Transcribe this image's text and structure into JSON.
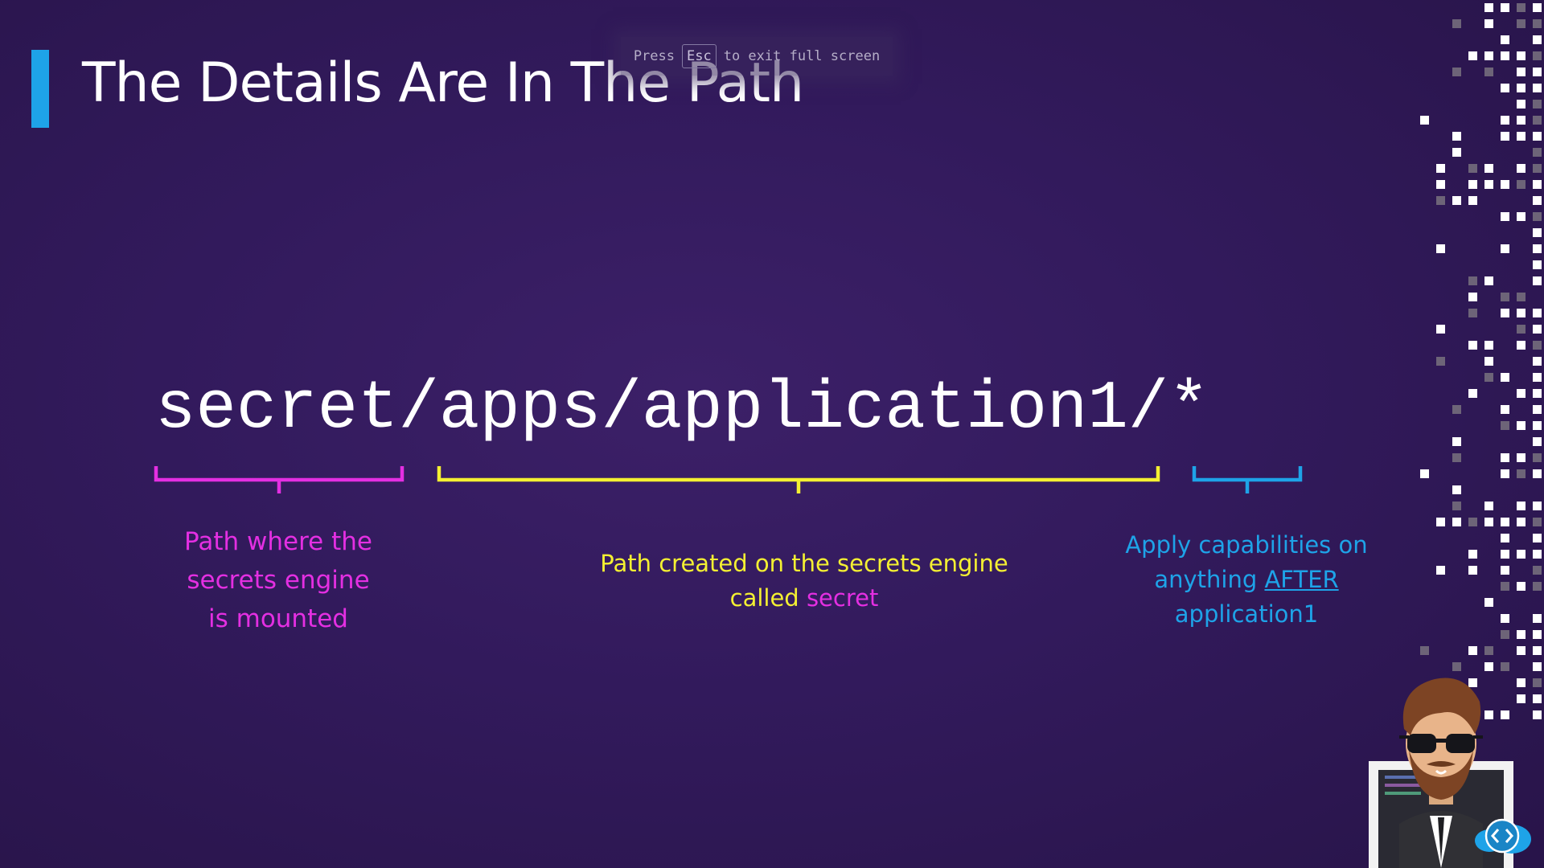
{
  "slide": {
    "title": "The Details Are In The Path",
    "path_text": "secret/apps/application1/*"
  },
  "fullscreen_hint": {
    "prefix": "Press",
    "key": "Esc",
    "suffix": "to exit full screen"
  },
  "annotations": {
    "mount": {
      "lines": [
        "Path where the",
        "secrets engine",
        "is mounted"
      ],
      "color": "#e42fe2"
    },
    "created": {
      "line1": "Path created on the secrets engine",
      "line2_prefix": "called",
      "line2_highlight": "secret",
      "color": "#f4f032",
      "highlight_color": "#e42fe2"
    },
    "wildcard": {
      "line1": "Apply capabilities on",
      "line2_prefix": "anything",
      "line2_underlined": "AFTER",
      "line3": "application1",
      "color": "#1ea3e8"
    }
  },
  "colors": {
    "accent": "#1ea3e8",
    "background": "#321a5c",
    "pink": "#e42fe2",
    "yellow": "#f4f032",
    "blue": "#1ea3e8"
  },
  "icons": {
    "mascot": "instructor-avatar-icon",
    "logo": "code-cloud-logo-icon"
  }
}
